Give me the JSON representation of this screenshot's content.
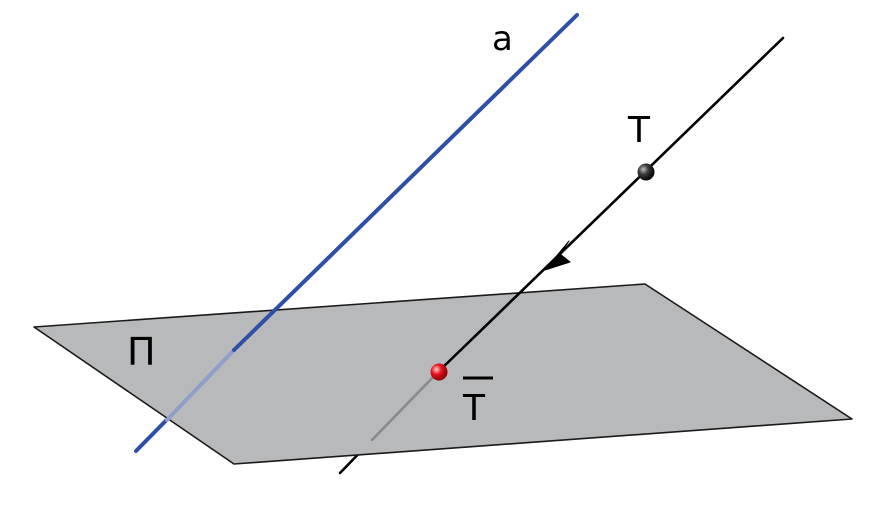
{
  "labels": {
    "line_a": "a",
    "point_t": "T",
    "point_t_projection": "T",
    "plane": "Π"
  },
  "colors": {
    "plane_fill": "#b7b9ba",
    "plane_edge": "#1a1a1a",
    "line_a": "#2d4fa6",
    "line_a_under_plane": "#8f9fc9",
    "projecting_line": "#000000",
    "projecting_line_under_plane": "#8a8a8a",
    "point_t": "#1f1f1f",
    "point_t_projection": "#e0101a"
  }
}
